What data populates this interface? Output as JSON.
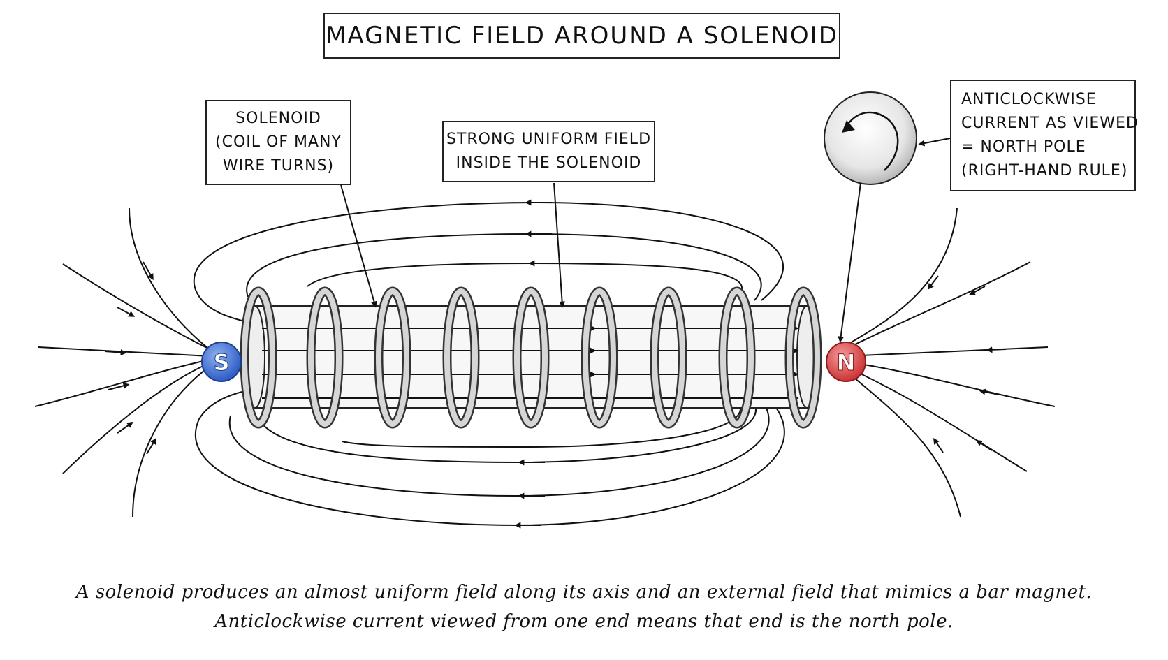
{
  "title": "MAGNETIC FIELD AROUND A SOLENOID",
  "labels": {
    "solenoid": [
      "SOLENOID",
      "(COIL OF MANY",
      "WIRE TURNS)"
    ],
    "field": [
      "STRONG UNIFORM FIELD",
      "INSIDE THE SOLENOID"
    ],
    "current": [
      "ANTICLOCKWISE",
      "CURRENT AS VIEWED",
      "= NORTH POLE",
      "(RIGHT-HAND RULE)"
    ]
  },
  "poles": {
    "south": "S",
    "north": "N"
  },
  "caption": [
    "A solenoid produces an almost uniform field along its axis and an external field that mimics a bar magnet.",
    "Anticlockwise current viewed from one end means that end is the north pole."
  ],
  "colors": {
    "south_pole": "#3b6fd6",
    "north_pole": "#e04848",
    "line": "#111111",
    "coil": "#cfcfcf"
  },
  "icons": {
    "current_indicator": "anticlockwise-arrow-icon"
  }
}
